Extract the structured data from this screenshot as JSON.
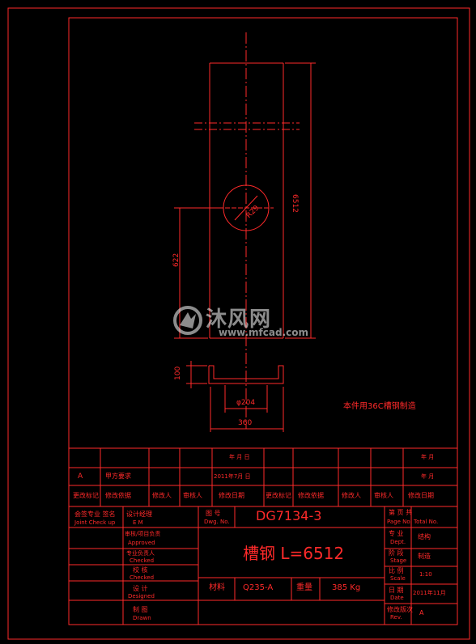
{
  "drawing": {
    "dim_length": "6512",
    "dim_hole_pos": "622",
    "dim_hole_dia": "R29",
    "dim_height": "100",
    "dim_bottom_dia": "φ204",
    "dim_width": "360",
    "note": "本件用36C槽钢制造"
  },
  "watermark": {
    "name": "沐风网",
    "url": "www.mfcad.com"
  },
  "revision": {
    "ymd_label_1": "年 月 日",
    "ymd_label_2": "年 月",
    "row_a_code": "A",
    "row_a_desc": "甲方要求",
    "row_a_date": "2011年7月 日",
    "row_a_right": "年 月",
    "headers": [
      "更改标记",
      "修改依据",
      "修改人",
      "审核人",
      "修改日期",
      "更改标记",
      "修改依据",
      "修改人",
      "审核人",
      "修改日期"
    ]
  },
  "title_block": {
    "joint_check_cn": "会签专业  签名",
    "joint_check_en": "Joint Check up",
    "design_manager_cn": "设计经理",
    "design_manager_en": "E M",
    "approved_cn": "审核/项目负责",
    "approved_en": "Approved",
    "checked2_cn": "专业负责人",
    "checked2_en": "Checked",
    "checked_cn": "校 核",
    "checked_en": "Checked",
    "designed_cn": "设 计",
    "designed_en": "Designed",
    "drawn_cn": "制 图",
    "drawn_en": "Drawn",
    "dwg_no_label_cn": "图 号",
    "dwg_no_label_en": "Dwg. No.",
    "dwg_no": "DG7134-3",
    "title": "槽钢  L=6512",
    "material_label": "材料",
    "material": "Q235-A",
    "weight_label": "重量",
    "weight": "385 Kg",
    "page_cn": "第   页  共",
    "page_en": "Page No.  Total No.",
    "discipline_cn": "专 业",
    "discipline_en": "Dept.",
    "discipline": "结构",
    "stage_cn": "阶 段",
    "stage_en": "Stage",
    "stage": "制造",
    "scale_cn": "比 例",
    "scale_en": "Scale",
    "scale": "1:10",
    "date_cn": "日 期",
    "date_en": "Date",
    "date": "2011年11月",
    "rev_cn": "修改版次",
    "rev_en": "Rev.",
    "rev": "A"
  }
}
